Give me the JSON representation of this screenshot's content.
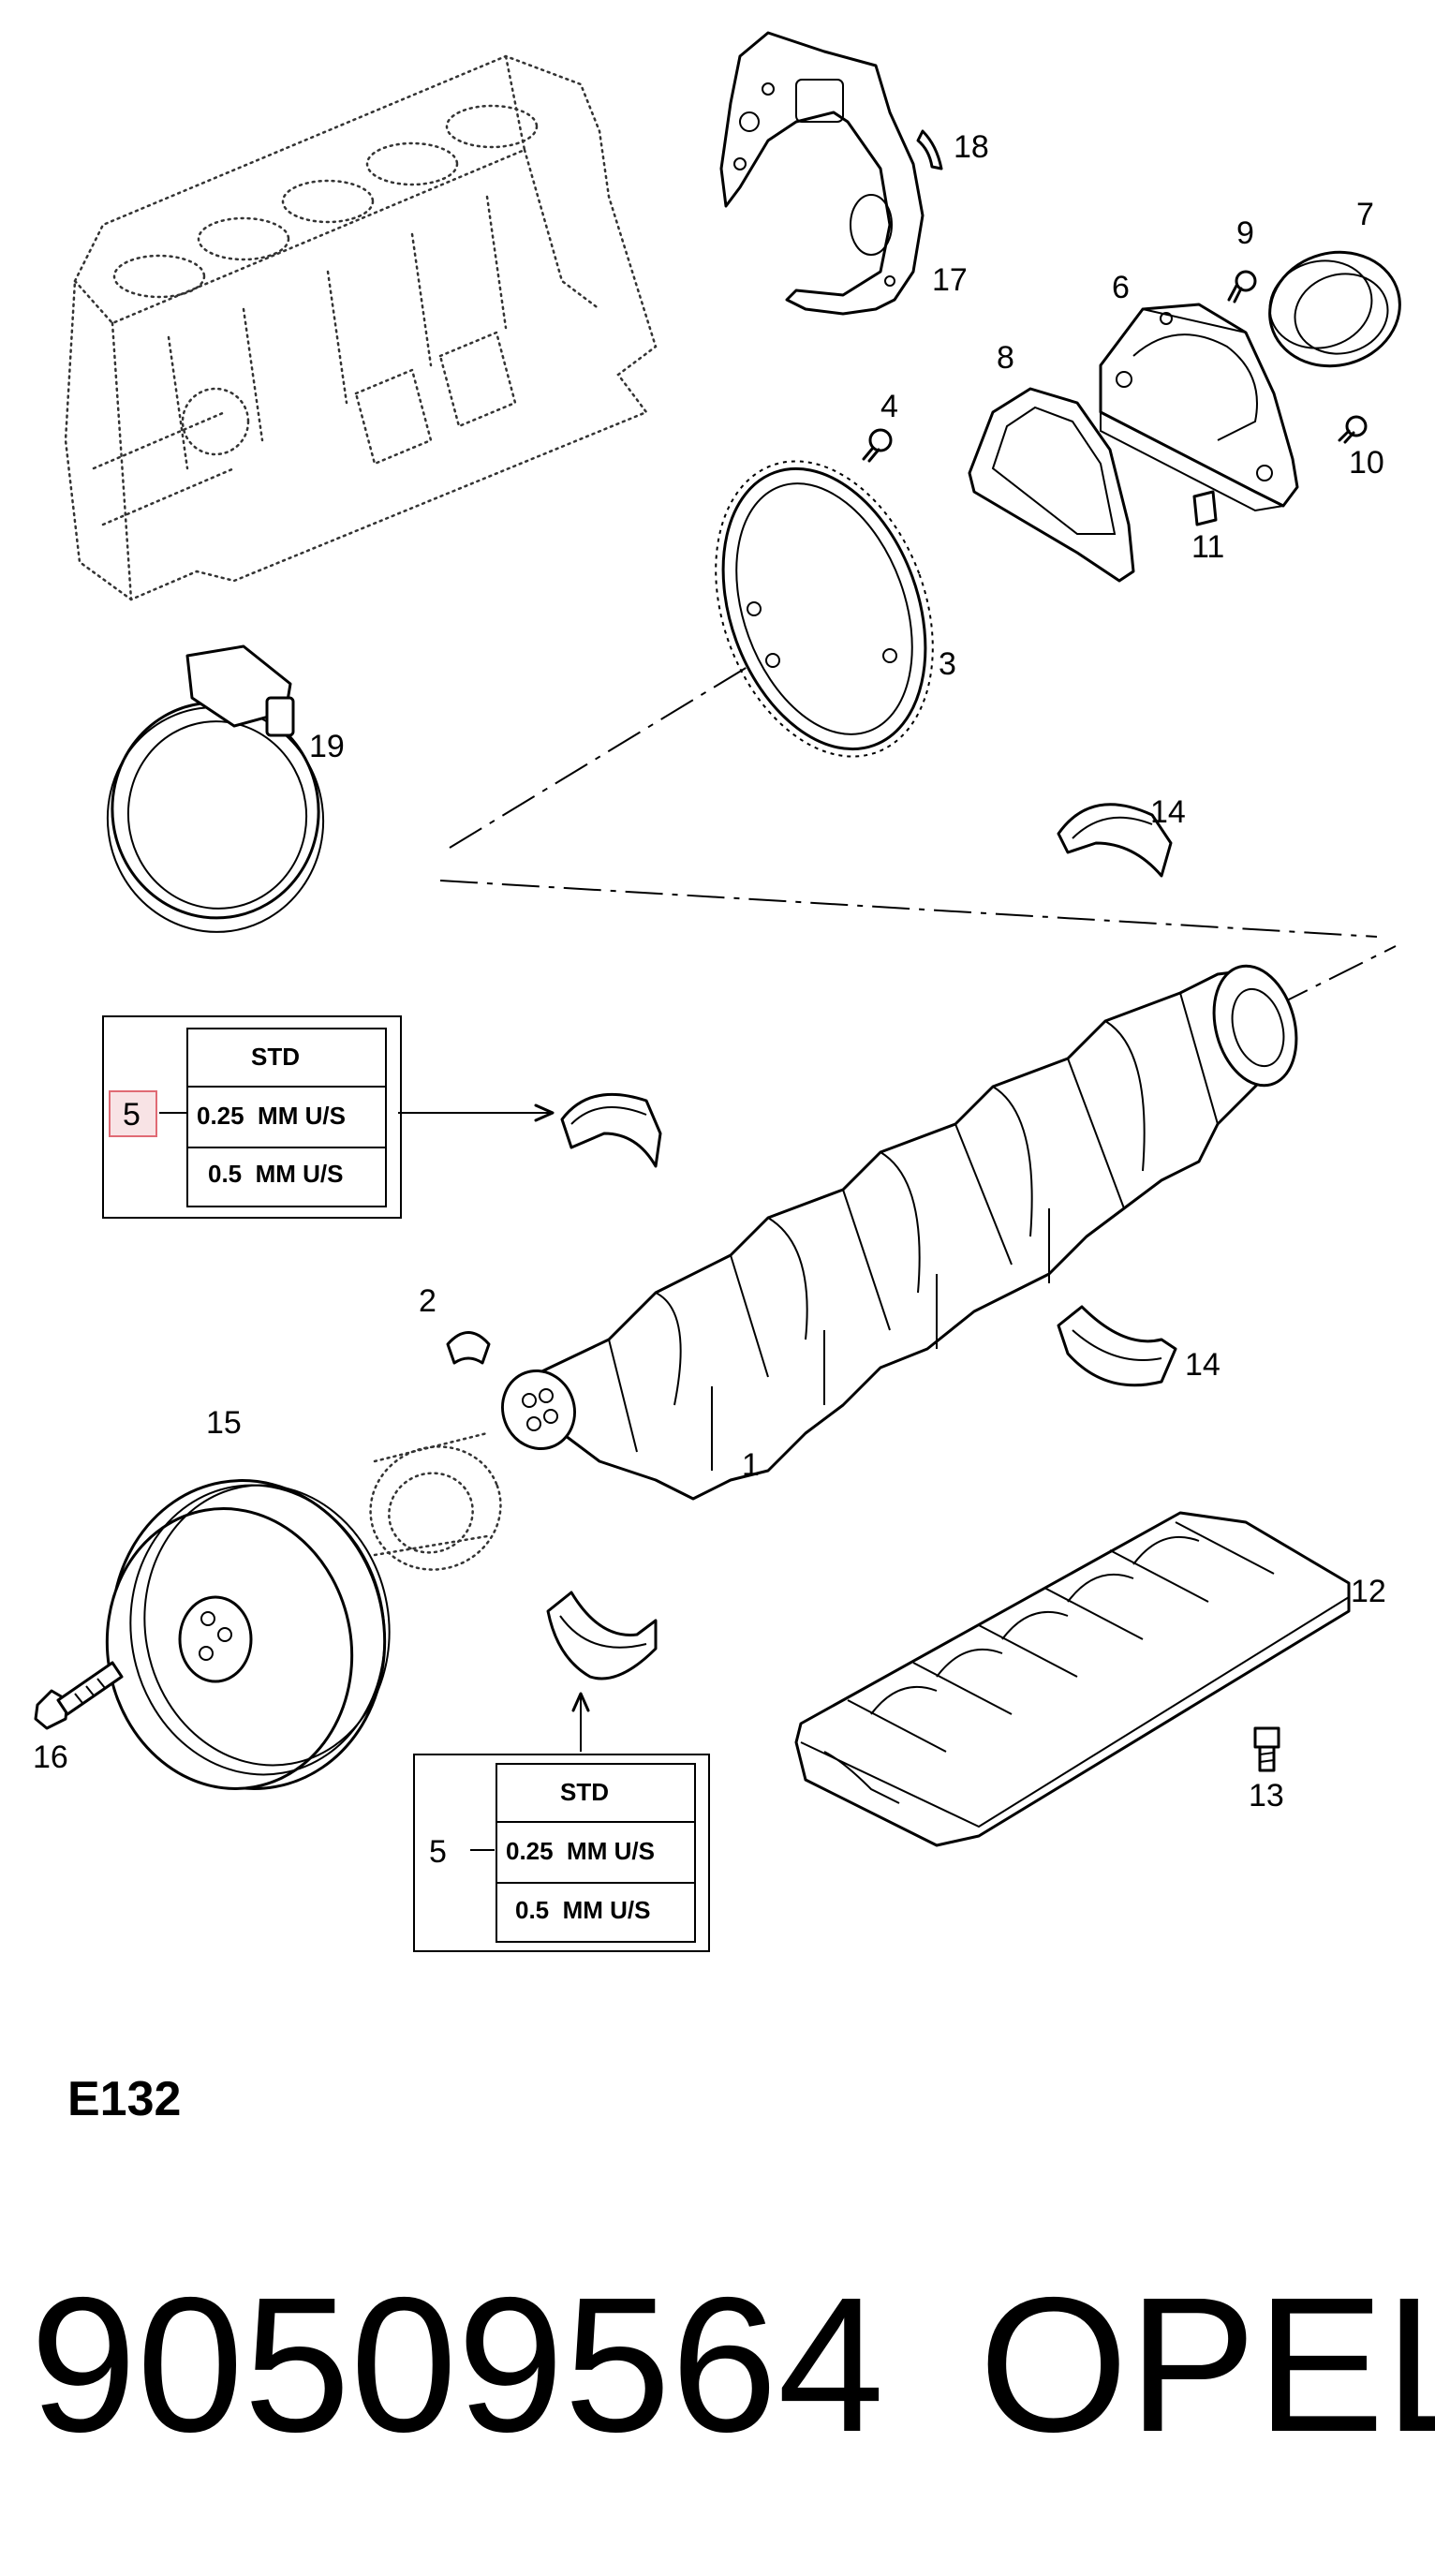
{
  "callouts": {
    "c1": "1",
    "c2": "2",
    "c3": "3",
    "c4": "4",
    "c5": "5",
    "c6": "6",
    "c7": "7",
    "c8": "8",
    "c9": "9",
    "c10": "10",
    "c11": "11",
    "c12": "12",
    "c13": "13",
    "c14a": "14",
    "c14b": "14",
    "c15": "15",
    "c16": "16",
    "c17": "17",
    "c18": "18",
    "c19": "19"
  },
  "bearing_table_1": {
    "callout": "5",
    "rows": [
      "STD",
      "0.25  MM U/S",
      "0.5  MM U/S"
    ]
  },
  "bearing_table_2": {
    "callout": "5",
    "rows": [
      "STD",
      "0.25  MM U/S",
      "0.5  MM U/S"
    ]
  },
  "diagram_code": "E132",
  "part_number": "90509564",
  "brand": "OPEL",
  "colors": {
    "line": "#000000",
    "highlight_box": "#e06a74",
    "highlight_fill": "#f8e3e5"
  }
}
